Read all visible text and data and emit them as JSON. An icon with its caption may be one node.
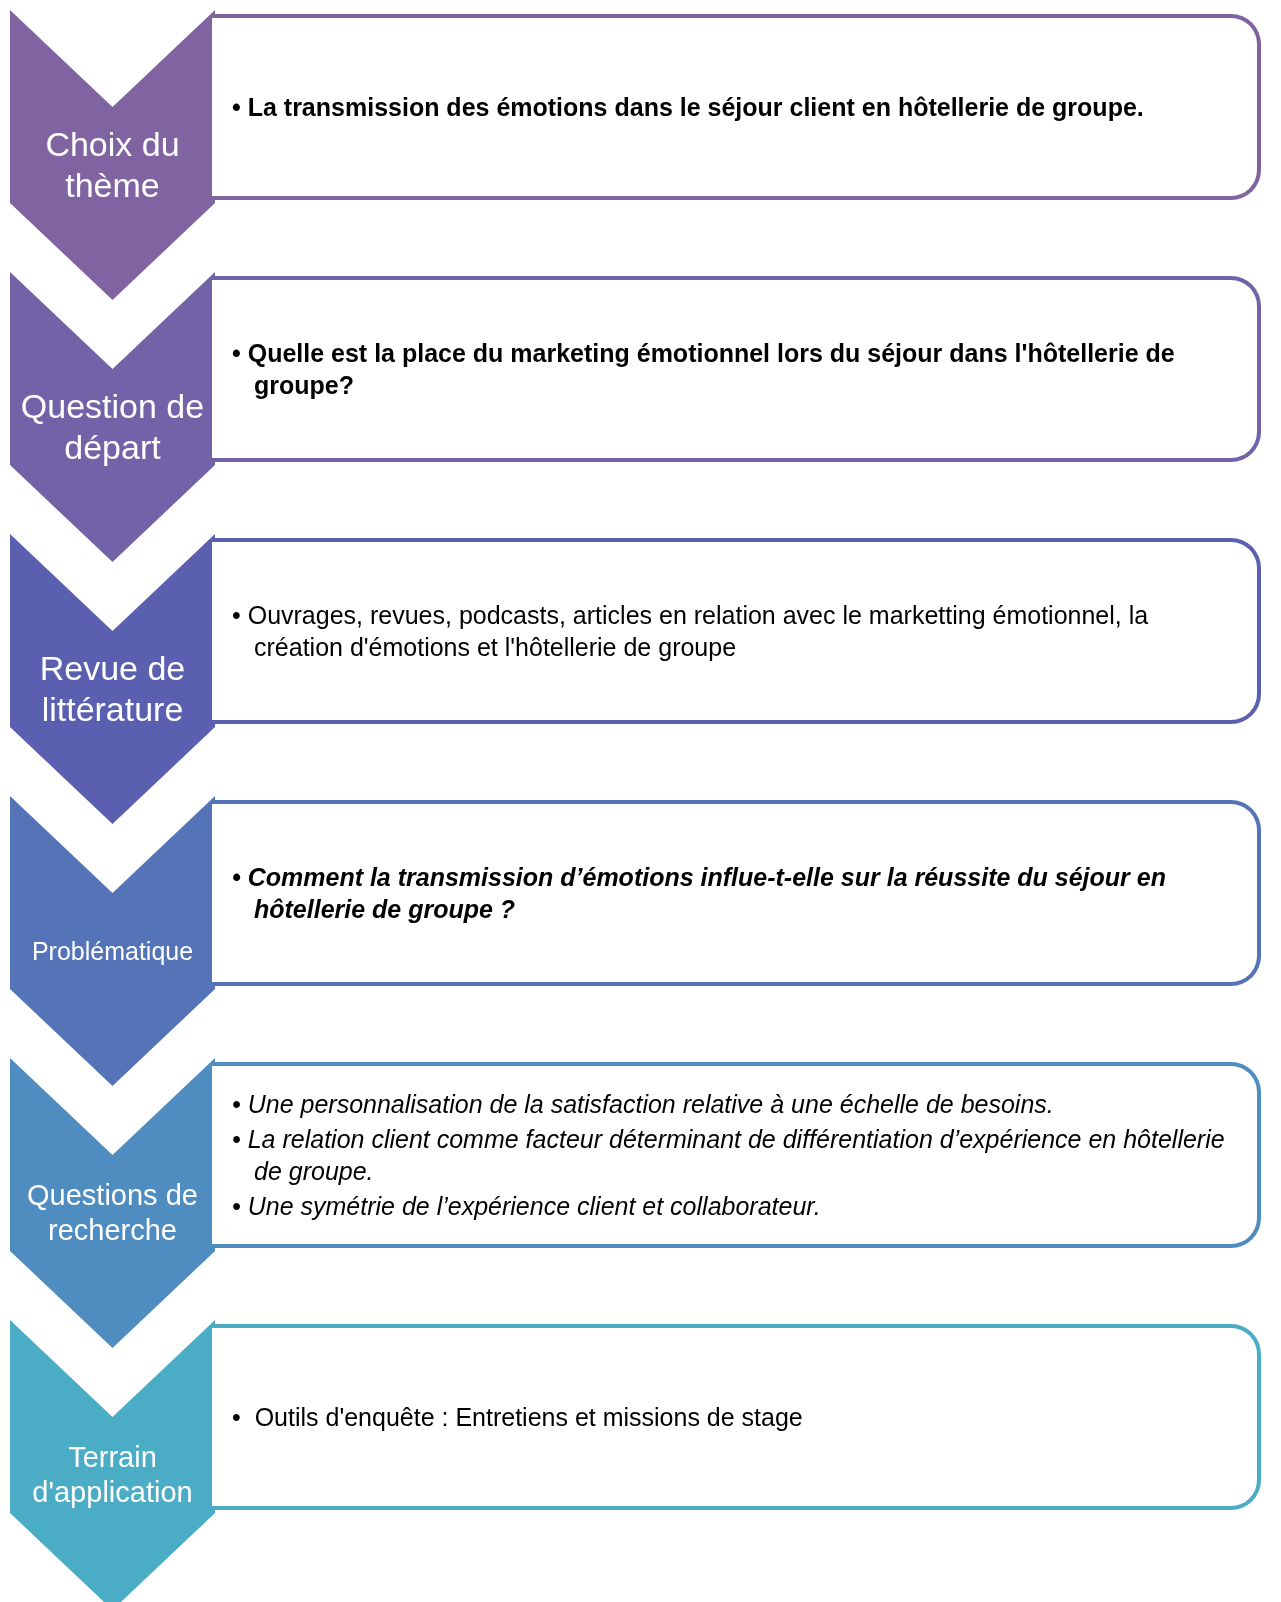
{
  "diagram": {
    "nodes": [
      {
        "text": [
          "Choix du thème"
        ]
      },
      {
        "text": [
          "• La transmission des émotions dans le séjour client en hôtellerie de groupe."
        ]
      },
      {
        "text": [
          "Question de départ"
        ]
      },
      {
        "text": [
          "• Quelle est la place du marketing émotionnel lors du séjour dans l'hôtellerie de groupe?"
        ]
      },
      {
        "text": [
          "Revue de littérature"
        ]
      },
      {
        "text": [
          "• Ouvrages, revues, podcasts, articles en relation avec le marketting émotionnel, la création d'émotions et l'hôtellerie de groupe"
        ]
      },
      {
        "text": [
          "Problématique"
        ]
      },
      {
        "text": [
          "• Comment la transmission d’émotions influe-t-elle sur la réussite du séjour en hôtellerie de groupe ?"
        ]
      },
      {
        "text": [
          "Questions de recherche"
        ]
      },
      {
        "text": [
          "• Une personnalisation de la satisfaction relative à une échelle de besoins.",
          "• La relation client comme facteur déterminant de différentiation d’expérience en hôtellerie de groupe.",
          "• Une symétrie de l’expérience client et collaborateur."
        ]
      },
      {
        "text": [
          "Terrain d'application"
        ]
      },
      {
        "text": [
          "•  Outils d'enquête : Entretiens et missions de stage"
        ]
      }
    ]
  }
}
